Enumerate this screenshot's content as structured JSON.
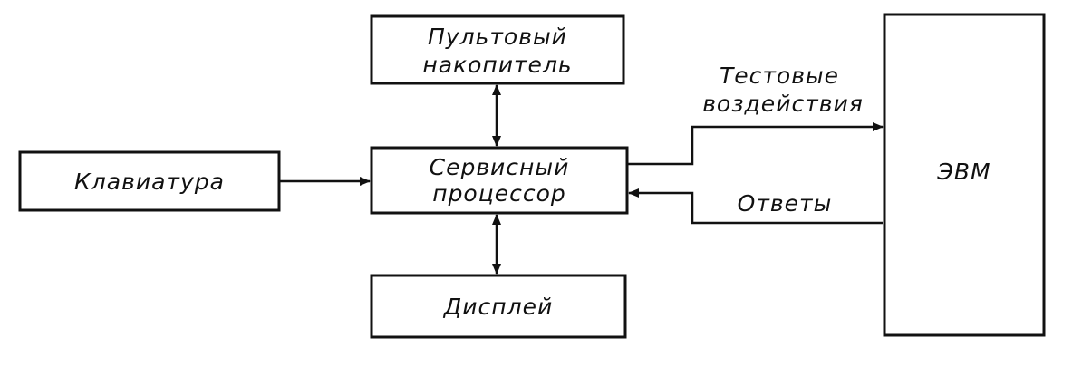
{
  "blocks": {
    "console_storage": [
      "Пультовый",
      "накопитель"
    ],
    "keyboard": "Клавиатура",
    "service_processor": [
      "Сервисный",
      "процессор"
    ],
    "display": "Дисплей",
    "computer": "ЭВМ"
  },
  "links": {
    "test_actions": [
      "Тестовые",
      "воздействия"
    ],
    "responses": "Ответы"
  },
  "colors": {
    "ink": "#111111",
    "background": "#ffffff"
  }
}
